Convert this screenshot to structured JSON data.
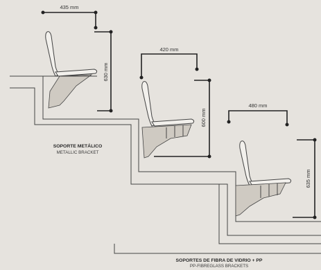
{
  "seat_1": {
    "width_label": "435 mm",
    "height_label": "630 mm"
  },
  "seat_2": {
    "width_label": "420 mm",
    "height_label": "600 mm"
  },
  "seat_3": {
    "width_label": "480 mm",
    "height_label": "635 mm"
  },
  "caption_metal": {
    "title": "SOPORTE METÁLICO",
    "subtitle": "METALLIC BRACKET"
  },
  "caption_fibre": {
    "title": "SOPORTES DE FIBRA DE VIDRIO + PP",
    "subtitle": "PP-FIBREGLASS BRACKETS"
  },
  "colors": {
    "background": "#e6e3de",
    "lines": "#222222"
  }
}
